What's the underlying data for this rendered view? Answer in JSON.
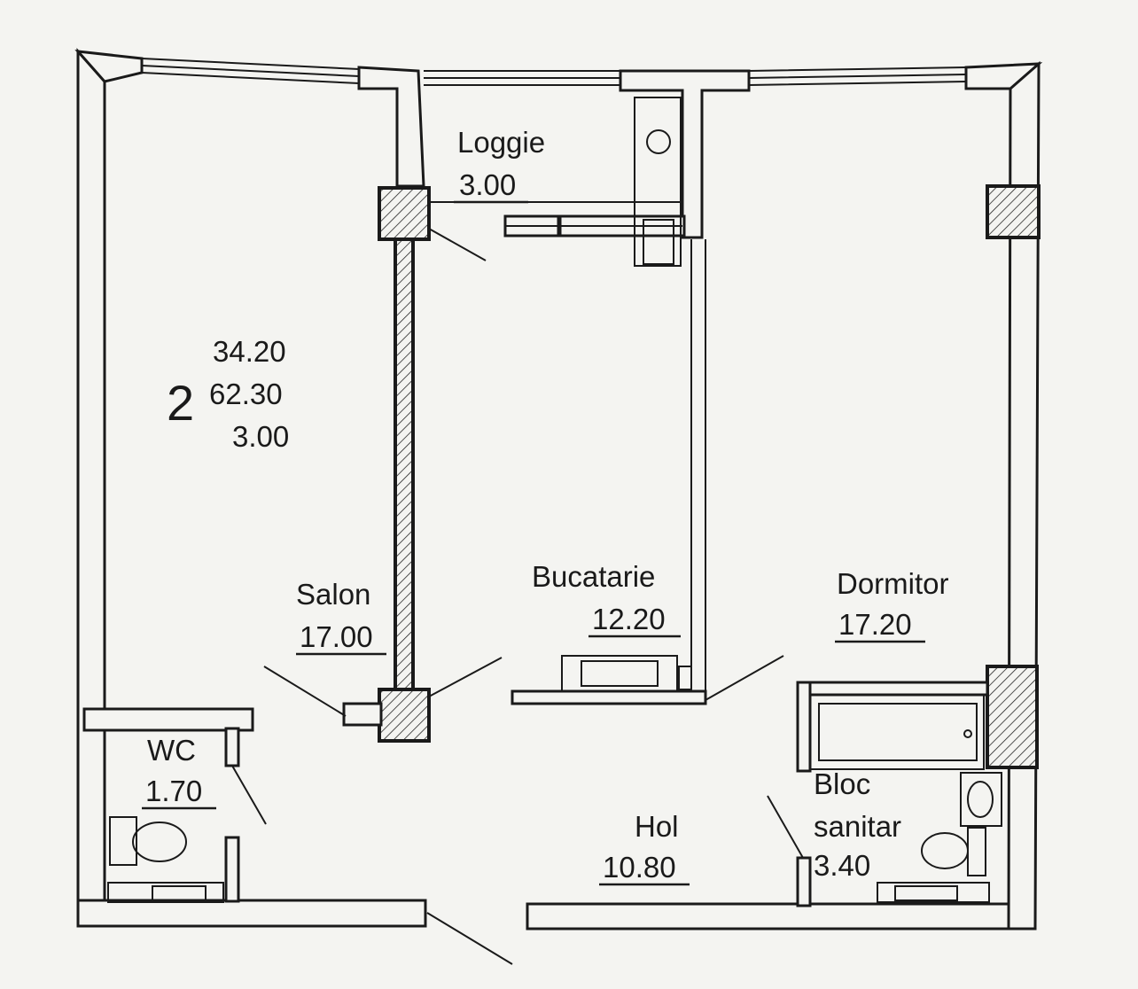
{
  "apartment": {
    "rooms_count": "2",
    "living_area": "34.20",
    "total_area": "62.30",
    "balcony_area": "3.00"
  },
  "rooms": {
    "loggie": {
      "name": "Loggie",
      "area": "3.00"
    },
    "salon": {
      "name": "Salon",
      "area": "17.00"
    },
    "bucatarie": {
      "name": "Bucatarie",
      "area": "12.20"
    },
    "dormitor": {
      "name": "Dormitor",
      "area": "17.20"
    },
    "wc": {
      "name": "WC",
      "area": "1.70"
    },
    "hol": {
      "name": "Hol",
      "area": "10.80"
    },
    "bloc_sanitar": {
      "name_line1": "Bloc",
      "name_line2": "sanitar",
      "area": "3.40"
    }
  },
  "colors": {
    "ink": "#1a1a1a",
    "paper": "#f4f4f1"
  }
}
